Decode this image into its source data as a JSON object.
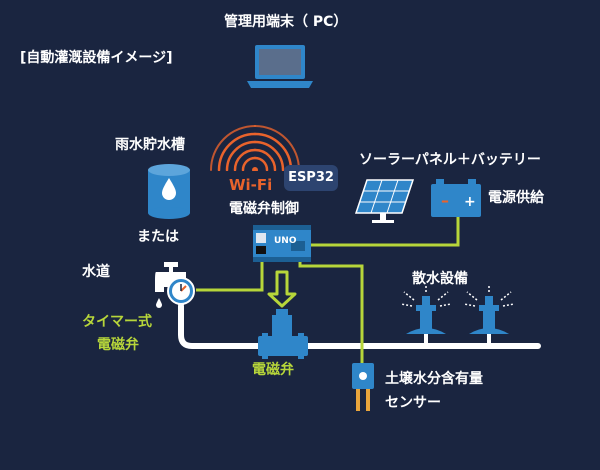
{
  "title": "[自動灌漑設備イメージ]",
  "labels": {
    "pc": "管理用端末（ PC）",
    "rain_tank": "雨水貯水槽",
    "or": "または",
    "tap": "水道",
    "timer_valve_line1": "タイマー式",
    "timer_valve_line2": "電磁弁",
    "valve_control": "電磁弁制御",
    "solar": "ソーラーパネル＋バッテリー",
    "power": "電源供給",
    "sprinkler": "散水設備",
    "solenoid": "電磁弁",
    "sensor_line1": "土壌水分含有量",
    "sensor_line2": "センサー",
    "wifi": "Wi-Fi",
    "esp32": "ESP32",
    "uno": "UNO"
  },
  "colors": {
    "background": "#1a2540",
    "wire": "#b7d63a",
    "pipe": "#ffffff",
    "device": "#2f86c9",
    "wifi": "#e9632c"
  }
}
